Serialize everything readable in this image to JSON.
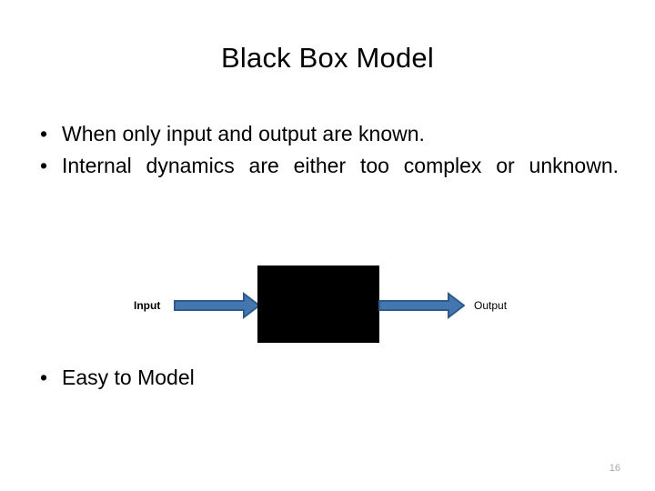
{
  "slide": {
    "title": "Black Box Model",
    "bullet_char": "•",
    "bullets_top": [
      "When only input and output are known.",
      "Internal dynamics are either too complex or unknown."
    ],
    "bullets_bottom": [
      "Easy to Model"
    ],
    "page_number": "16"
  },
  "diagram": {
    "input_label": "Input",
    "output_label": "Output",
    "box_label": "",
    "colors": {
      "box_fill": "#000000",
      "arrow_fill": "#4477B0",
      "arrow_stroke": "#2E5A8E",
      "text": "#000000",
      "page_number": "#A6A6A6",
      "background": "#FFFFFF"
    }
  }
}
